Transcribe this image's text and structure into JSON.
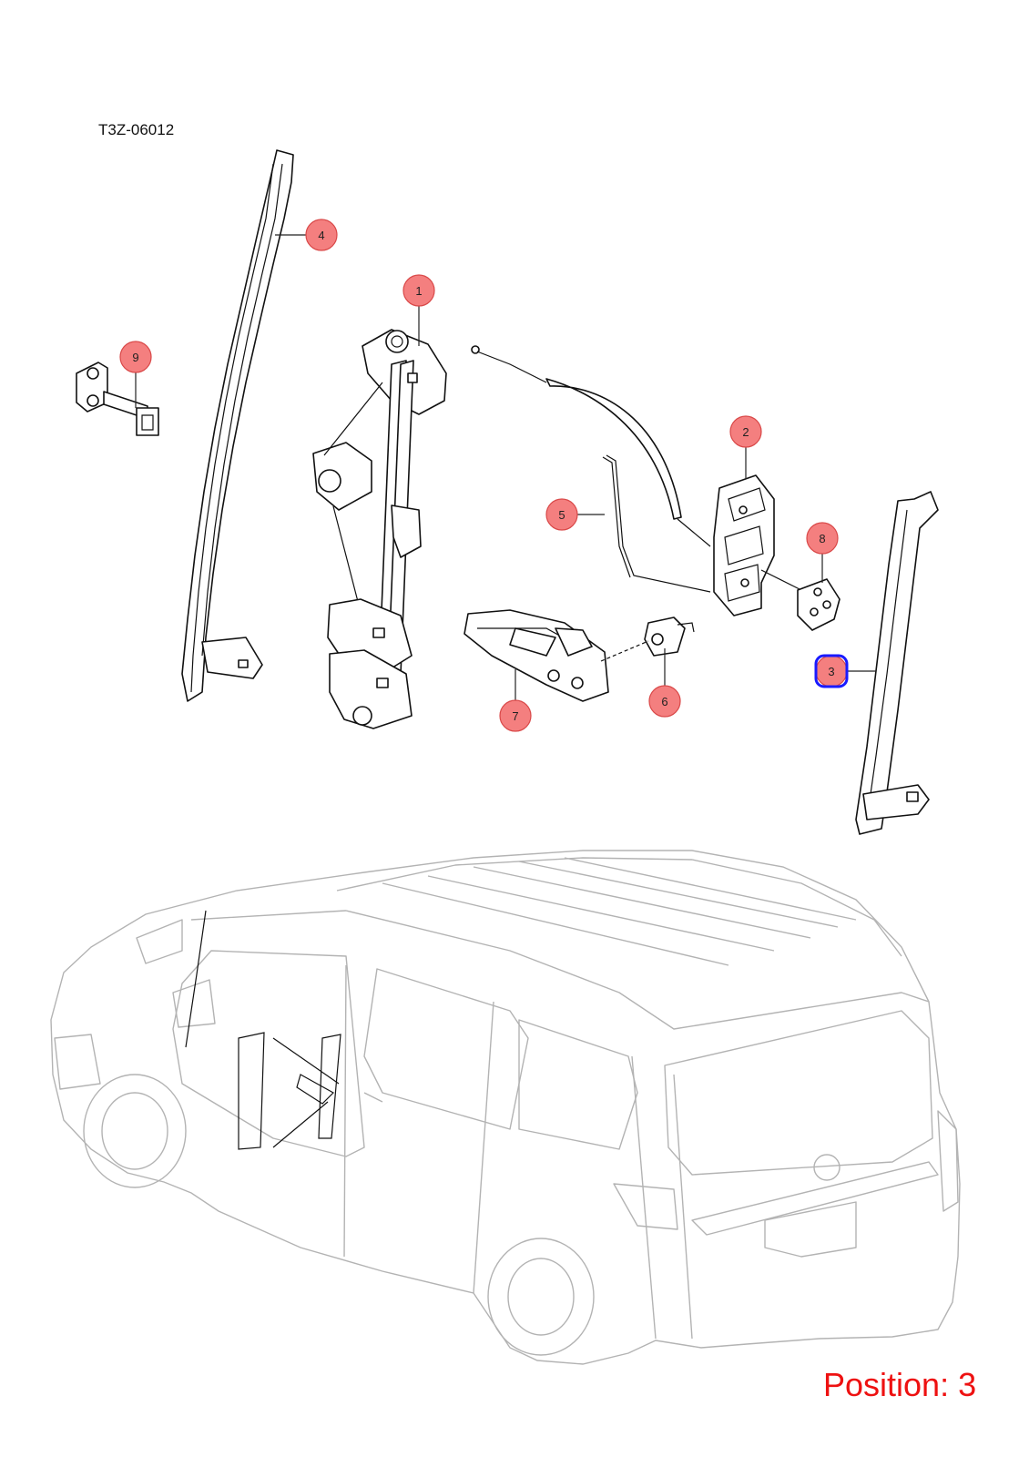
{
  "reference_code": "T3Z-06012",
  "position_label": "Position: 3",
  "colors": {
    "callout_fill": "#f47f7f",
    "callout_stroke": "#d94848",
    "selected_outline": "#1a1aff",
    "position_text": "#ee1111",
    "van_outline": "#b3b3b3"
  },
  "callouts": [
    {
      "number": "1",
      "selected": false
    },
    {
      "number": "2",
      "selected": false
    },
    {
      "number": "3",
      "selected": true
    },
    {
      "number": "4",
      "selected": false
    },
    {
      "number": "5",
      "selected": false
    },
    {
      "number": "6",
      "selected": false
    },
    {
      "number": "7",
      "selected": false
    },
    {
      "number": "8",
      "selected": false
    },
    {
      "number": "9",
      "selected": false
    }
  ]
}
